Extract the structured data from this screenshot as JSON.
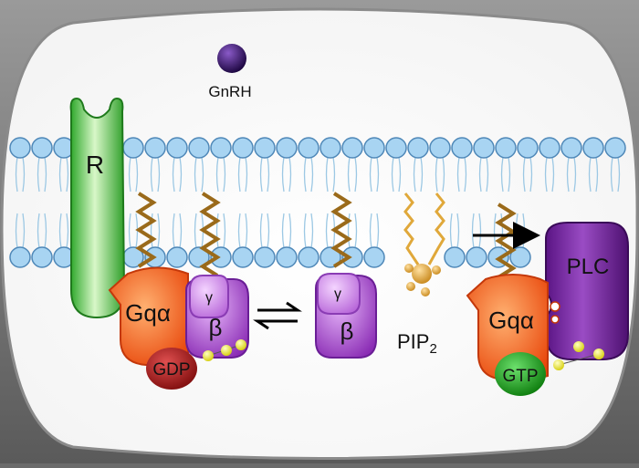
{
  "labels": {
    "ligand": "GnRH",
    "receptor": "R",
    "g_alpha_left": "Gqα",
    "g_alpha_right": "Gqα",
    "gamma_left": "γ",
    "beta_left": "β",
    "gamma_mid": "γ",
    "beta_mid": "β",
    "gdp": "GDP",
    "gtp": "GTP",
    "pip2_main": "PIP",
    "pip2_sub": "2",
    "plc": "PLC"
  },
  "colors": {
    "background_outer": "#6b6b6b",
    "cell_interior": "#ffffff",
    "lipid_head": "#a8d4f2",
    "lipid_head_stroke": "#4f88b8",
    "lipid_tail": "#9cc8e4",
    "receptor": "#5ccb4a",
    "g_alpha": "#ff6a1a",
    "beta_gamma": "#b25ed6",
    "gdp": "#b51f1f",
    "gtp": "#1fa11f",
    "plc": "#6a1e96",
    "anchor": "#9a6a1a",
    "pip2": "#e0a83a",
    "ligand": "#3a1466",
    "bead": "#f3f030"
  },
  "icons": {
    "equilibrium": "equilibrium-arrows-icon",
    "activation": "right-arrow-icon"
  }
}
